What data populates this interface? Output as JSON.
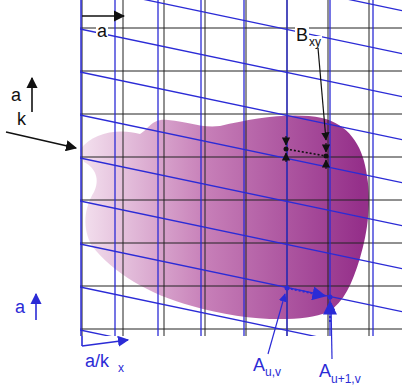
{
  "diagram": {
    "labels": [
      "a",
      "a",
      "k",
      "B",
      "xy",
      "a",
      "a/k",
      "x",
      "A",
      "u,v",
      "A",
      "u+1,v"
    ]
  }
}
